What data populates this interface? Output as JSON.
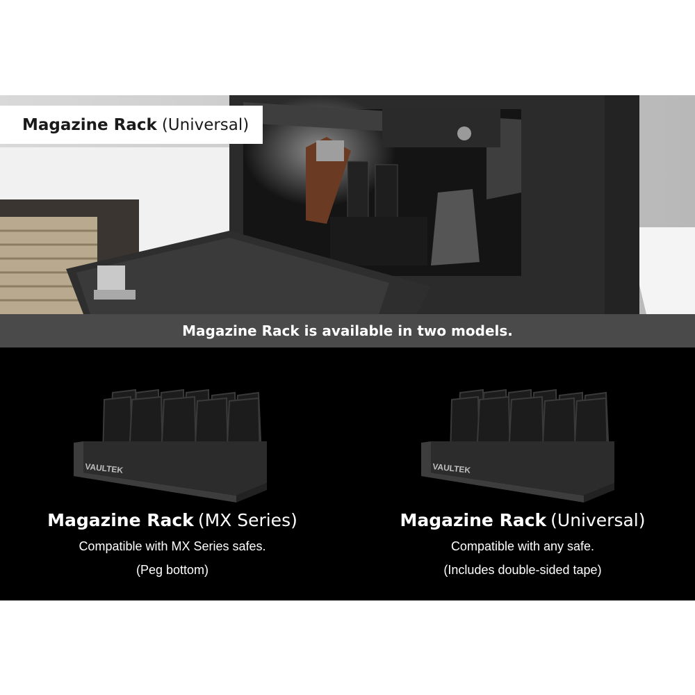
{
  "photo": {
    "title_strong": "Magazine Rack",
    "title_light": "(Universal)"
  },
  "banner": {
    "text": "Magazine Rack is available in two models."
  },
  "products": [
    {
      "name_strong": "Magazine Rack",
      "name_light": "(MX Series)",
      "line1": "Compatible with MX Series safes.",
      "line2": "(Peg bottom)",
      "logo_text": "VAULTEK"
    },
    {
      "name_strong": "Magazine Rack",
      "name_light": "(Universal)",
      "line1": "Compatible with any safe.",
      "line2": "(Includes double-sided tape)",
      "logo_text": "VAULTEK"
    }
  ],
  "colors": {
    "banner_bg": "#4a4a4a",
    "products_bg": "#000000",
    "safe_body": "#2b2b2b"
  }
}
